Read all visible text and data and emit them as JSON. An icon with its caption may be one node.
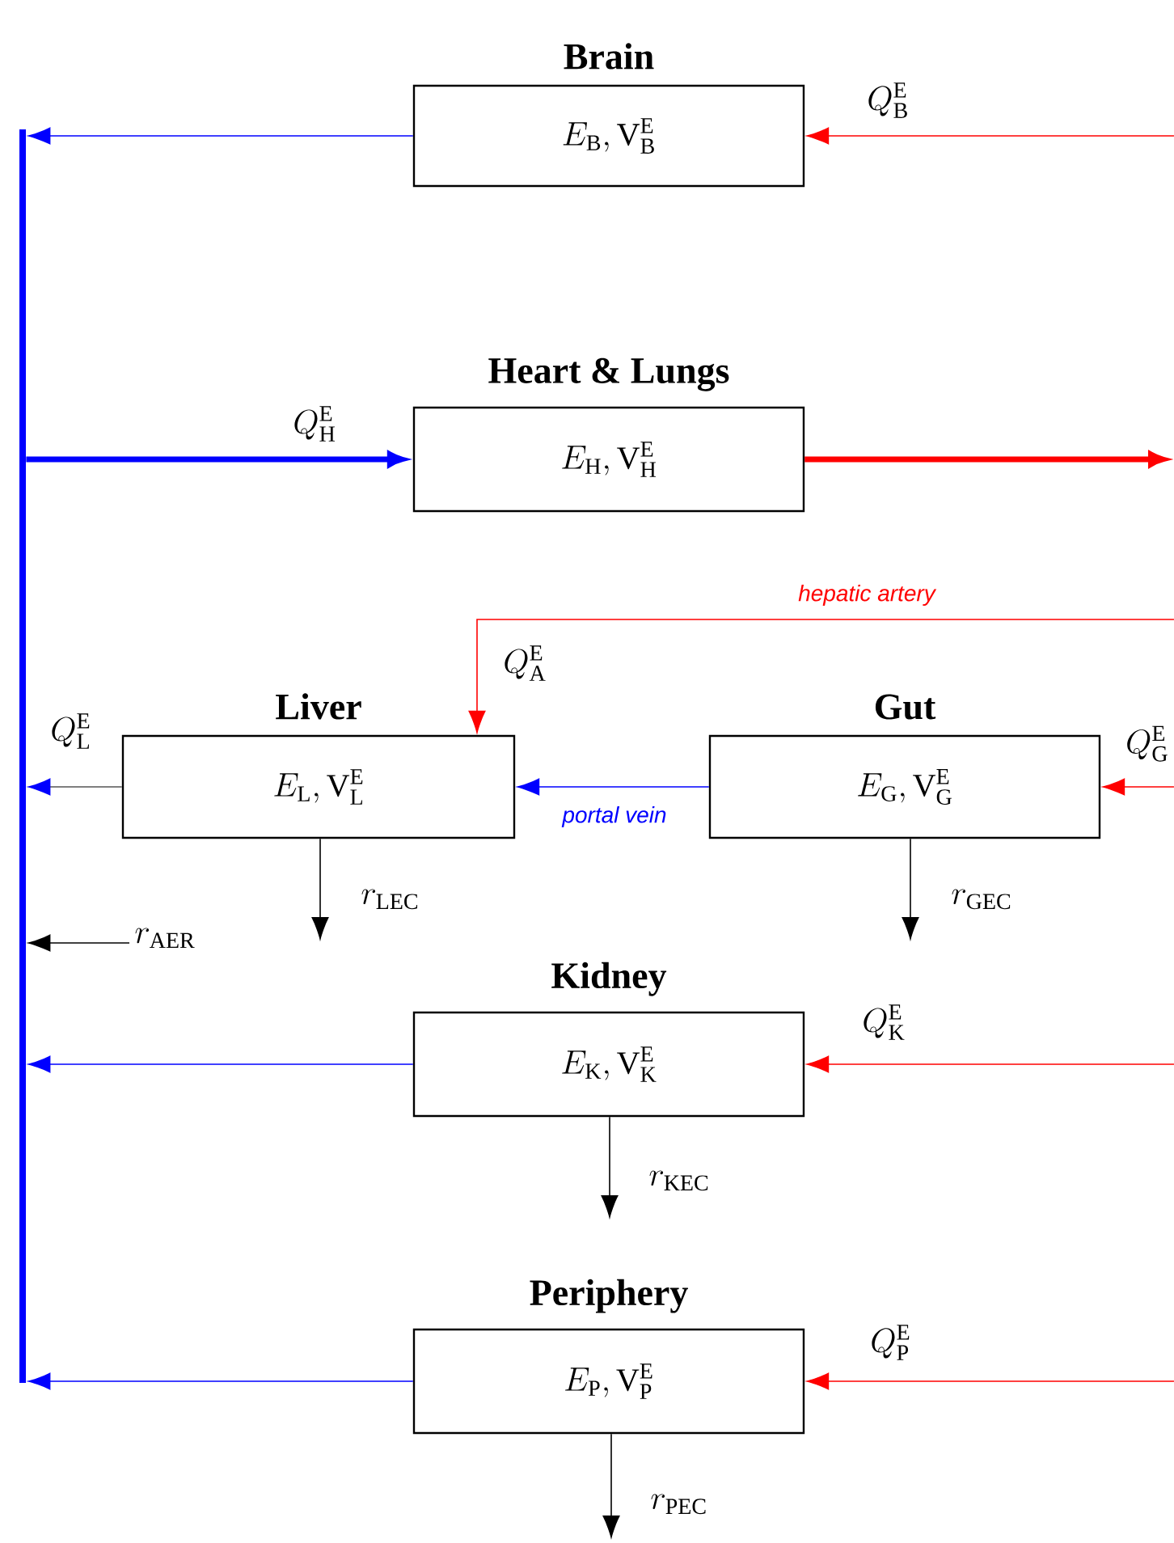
{
  "diagram": {
    "nodes": [
      {
        "text": [
          "Brain",
          "E_{\\mathrm{B}},\\mathrm{V}_{\\mathrm{B}}^{\\mathrm{E}}"
        ]
      },
      {
        "text": [
          "Heart & Lungs",
          "E_{\\mathrm{H}},\\mathrm{V}_{\\mathrm{H}}^{\\mathrm{E}}"
        ]
      },
      {
        "text": [
          "Liver",
          "E_{\\mathrm{L}},\\mathrm{V}_{\\mathrm{L}}^{\\mathrm{E}}"
        ]
      },
      {
        "text": [
          "Gut",
          "E_{\\mathrm{G}},\\mathrm{V}_{\\mathrm{G}}^{\\mathrm{E}}"
        ]
      },
      {
        "text": [
          "Kidney",
          "E_{\\mathrm{K}},\\mathrm{V}_{\\mathrm{K}}^{\\mathrm{E}}"
        ]
      },
      {
        "text": [
          "Periphery",
          "E_{\\mathrm{P}},\\mathrm{V}_{\\mathrm{P}}^{\\mathrm{E}}"
        ]
      },
      {
        "text": [],
        "shape": "bar"
      }
    ],
    "edges": [
      {
        "from": 0,
        "to": 6,
        "arrow": "to",
        "color": "#0000ff"
      },
      {
        "from": null,
        "to": 0,
        "arrow": "to",
        "color": "#ff0000",
        "label": "Q_{\\mathrm{B}}^{\\mathrm{E}}"
      },
      {
        "from": 6,
        "to": 1,
        "arrow": "to",
        "color": "#0000ff",
        "style": "thick",
        "label": "Q_{\\mathrm{H}}^{\\mathrm{E}}"
      },
      {
        "from": 1,
        "to": null,
        "arrow": "to",
        "color": "#ff0000",
        "style": "thick"
      },
      {
        "from": null,
        "to": 2,
        "arrow": "to",
        "color": "#ff0000",
        "label": "hepatic artery"
      },
      {
        "from": 2,
        "to": 6,
        "arrow": "to",
        "color": "#555555",
        "label": "Q_{\\mathrm{L}}^{\\mathrm{E}}"
      },
      {
        "from": 3,
        "to": 2,
        "arrow": "to",
        "color": "#0000ff",
        "label": "portal vein"
      },
      {
        "from": null,
        "to": 3,
        "arrow": "to",
        "color": "#ff0000",
        "label": "Q_{\\mathrm{G}}^{\\mathrm{E}}"
      },
      {
        "from": 2,
        "to": null,
        "arrow": "to",
        "color": "#000000",
        "label": "r_{\\mathrm{LEC}}"
      },
      {
        "from": 3,
        "to": null,
        "arrow": "to",
        "color": "#000000",
        "label": "r_{\\mathrm{GEC}}"
      },
      {
        "from": null,
        "to": 6,
        "arrow": "to",
        "color": "#000000",
        "label": "r_{\\mathrm{AER}}"
      },
      {
        "from": 4,
        "to": 6,
        "arrow": "to",
        "color": "#0000ff"
      },
      {
        "from": null,
        "to": 4,
        "arrow": "to",
        "color": "#ff0000",
        "label": "Q_{\\mathrm{K}}^{\\mathrm{E}}"
      },
      {
        "from": 4,
        "to": null,
        "arrow": "to",
        "color": "#000000",
        "label": "r_{\\mathrm{KEC}}"
      },
      {
        "from": 5,
        "to": 6,
        "arrow": "to",
        "color": "#0000ff"
      },
      {
        "from": null,
        "to": 5,
        "arrow": "to",
        "color": "#ff0000",
        "label": "Q_{\\mathrm{P}}^{\\mathrm{E}}"
      },
      {
        "from": 5,
        "to": null,
        "arrow": "to",
        "color": "#000000",
        "label": "r_{\\mathrm{PEC}}"
      }
    ],
    "labels": [
      "Q_{\\mathrm{A}}^{\\mathrm{E}}"
    ]
  }
}
